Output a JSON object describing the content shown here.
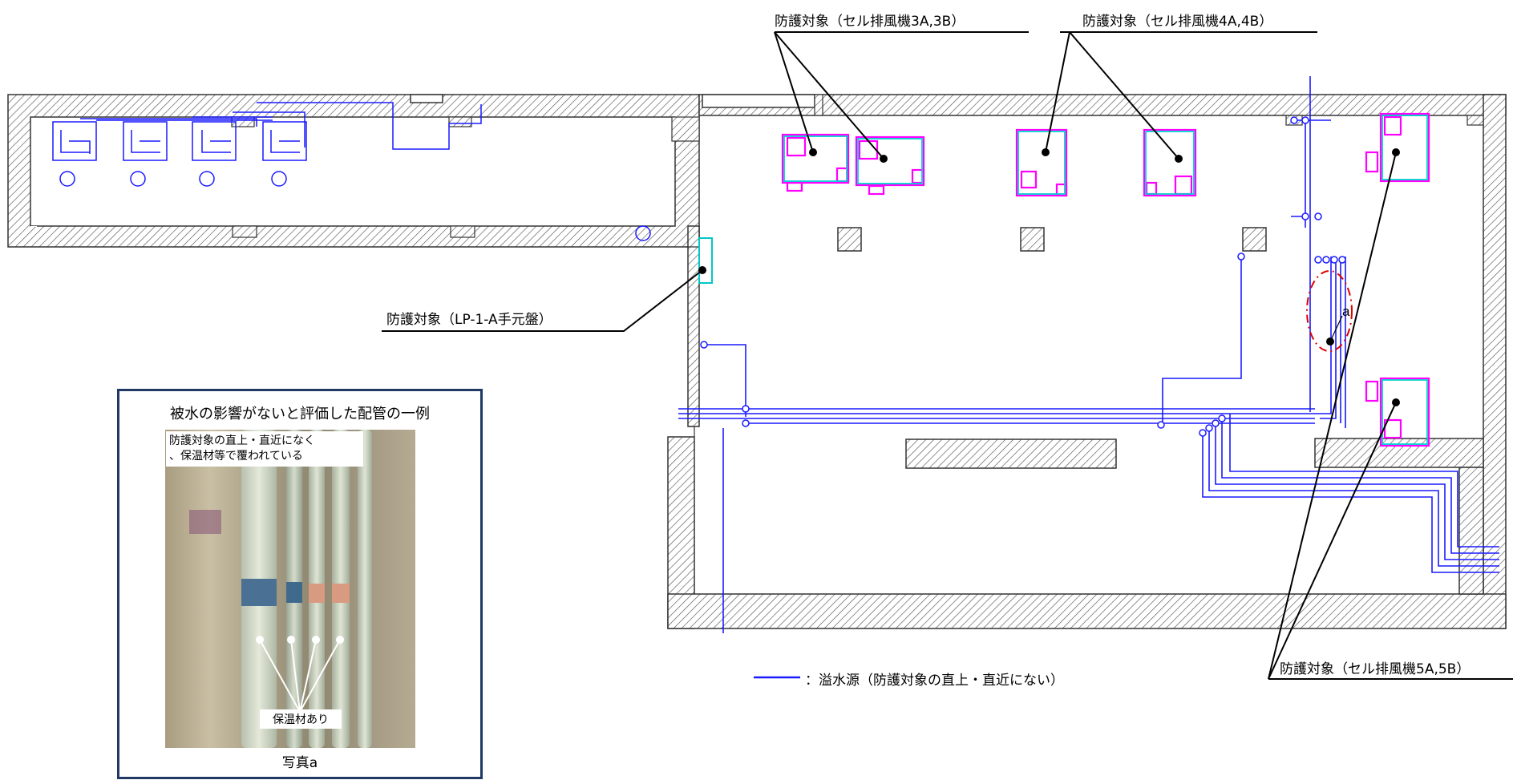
{
  "labels": {
    "target_3ab": "防護対象（セル排風機3A,3B）",
    "target_4ab": "防護対象（セル排風機4A,4B）",
    "target_lp": "防護対象（LP-1-A手元盤）",
    "target_5ab": "防護対象（セル排風機5A,5B）",
    "marker_a": "a"
  },
  "legend": {
    "text": "：溢水源（防護対象の直上・直近にない）",
    "line_color": "#1a1aff"
  },
  "photo": {
    "title": "被水の影響がないと評価した配管の一例",
    "caption_top": "防護対象の直上・直近になく\n、保温材等で覆われている",
    "caption_insulation": "保温材あり",
    "caption_bottom": "写真a"
  },
  "colors": {
    "pipe": "#1a1aff",
    "target": "#ff00ff",
    "target_inner": "#00d0d0",
    "marker_ellipse": "#e00000",
    "frame": "#1f3864"
  }
}
